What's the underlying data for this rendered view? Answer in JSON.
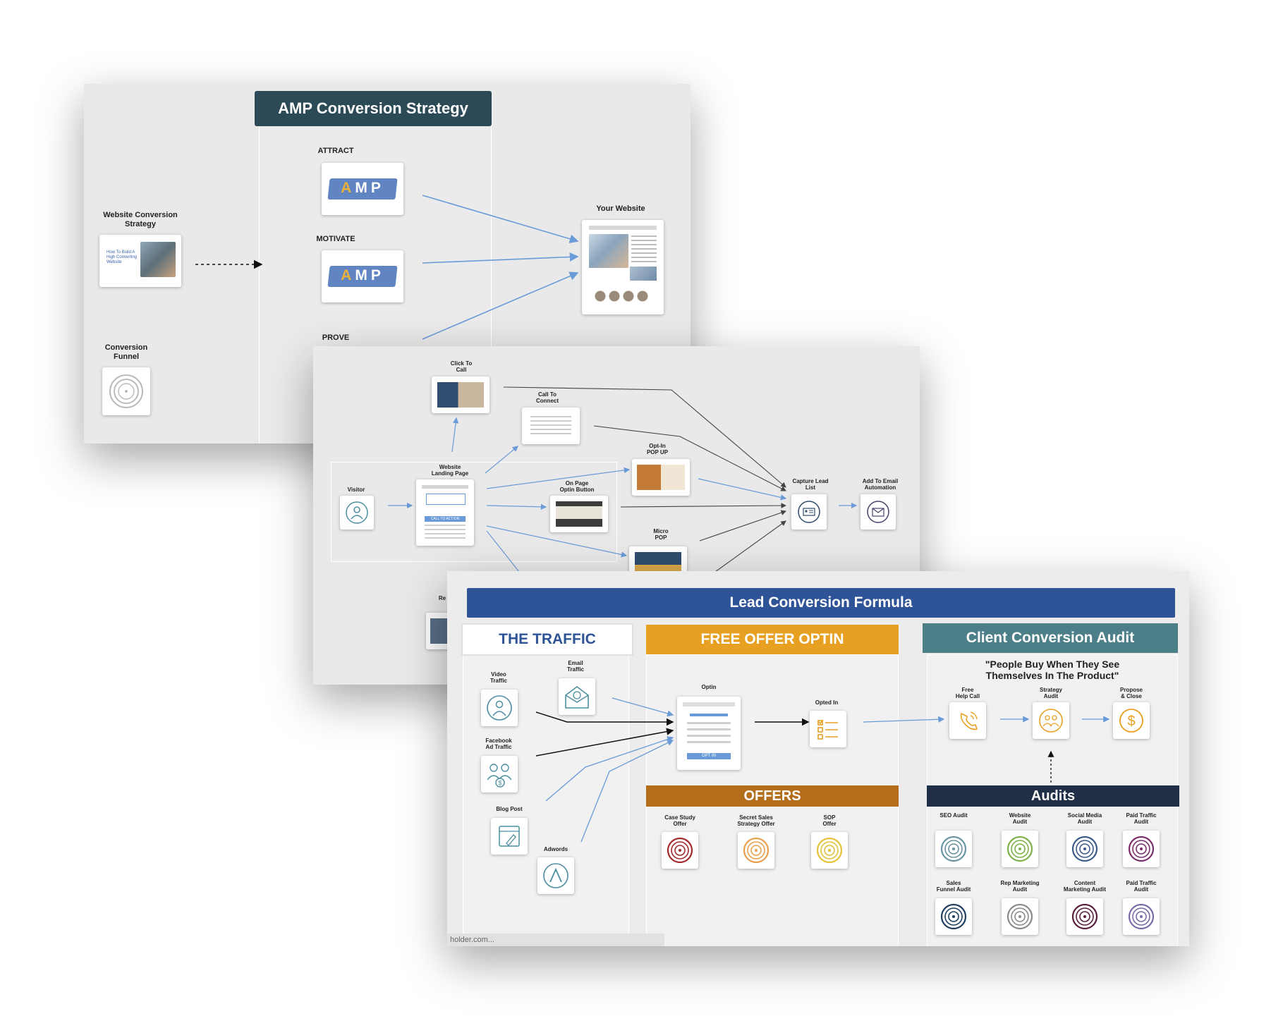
{
  "slide1": {
    "title": "AMP Conversion Strategy",
    "website_strategy_label": "Website Conversion\nStrategy",
    "website_strategy_thumb": "How To Build A\nHigh Converting\nWebsite",
    "conversion_funnel_label": "Conversion\nFunnel",
    "attract_label": "ATTRACT",
    "motivate_label": "MOTIVATE",
    "prove_label": "PROVE",
    "amp_logo_text": "AMP",
    "your_website_label": "Your Website"
  },
  "slide2": {
    "click_to_call": "Click To\nCall",
    "call_to_connect": "Call To\nConnect",
    "optin_popup": "Opt-In\nPOP UP",
    "visitor": "Visitor",
    "website_landing_page": "Website\nLanding Page",
    "call_to_action": "CALL TO ACTION",
    "on_page_optin": "On Page\nOptin Button",
    "capture_lead_list": "Capture Lead\nList",
    "add_to_email": "Add To Email\nAutomation",
    "micro_pop": "Micro\nPOP",
    "partial_label": "Re"
  },
  "slide3": {
    "title": "Lead Conversion Formula",
    "traffic_header": "THE TRAFFIC",
    "free_offer_header": "FREE OFFER OPTIN",
    "client_audit_header": "Client Conversion Audit",
    "quote": "\"People Buy When They See\nThemselves In The Product\"",
    "traffic": {
      "video": "Video\nTraffic",
      "email": "Email\nTraffic",
      "facebook": "Facebook\nAd Traffic",
      "blog": "Blog Post",
      "adwords": "Adwords"
    },
    "optin_label": "Optin",
    "optin_button": "OPT IN",
    "opted_in_label": "Opted In",
    "offers_header": "OFFERS",
    "offers": [
      "Case Study\nOffer",
      "Secret Sales\nStrategy Offer",
      "SOP\nOffer"
    ],
    "offer_colors": [
      "#a32a2a",
      "#e8a04a",
      "#e3c23a"
    ],
    "audit_steps": [
      "Free\nHelp Call",
      "Strategy\nAudit",
      "Propose\n& Close"
    ],
    "audits_header": "Audits",
    "audits": [
      "SEO Audit",
      "Website\nAudit",
      "Social Media\nAudit",
      "Paid Traffic\nAudit",
      "Sales\nFunnel Audit",
      "Rep Marketing\nAudit",
      "Content\nMarketing Audit",
      "Paid Traffic\nAudit"
    ],
    "audit_colors": [
      "#6b93a6",
      "#7fb04b",
      "#3b5a8c",
      "#7a2f6a",
      "#1f3f5c",
      "#8a8a8a",
      "#5a1d3d",
      "#7a6aa8"
    ],
    "url_text": "holder.com..."
  },
  "colors": {
    "dark_teal": "#2c4a56",
    "navy": "#2e5497",
    "orange": "#e8a023",
    "brown": "#b36d1b",
    "steel_teal": "#4d7f89",
    "dark_navy": "#1f2f45",
    "arrow_blue": "#6a9bd8",
    "icon_teal": "#4c8fa0"
  }
}
